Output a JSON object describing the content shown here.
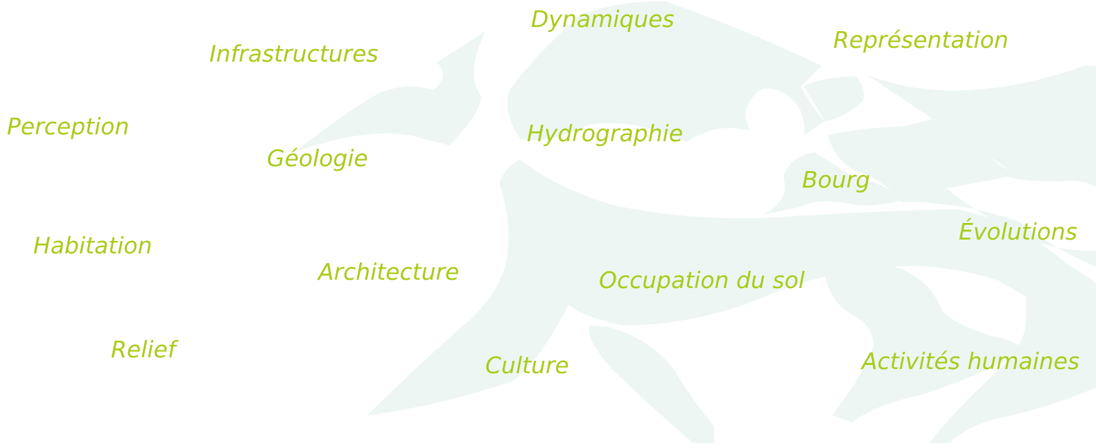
{
  "colors": {
    "word_text": "#a8cc1a",
    "background": "#ffffff",
    "watermark_shape": "#eef6f3"
  },
  "background_icon": "horse-silhouette-watermark",
  "words": {
    "dynamiques": "Dynamiques",
    "representation": "Représentation",
    "infrastructures": "Infrastructures",
    "perception": "Perception",
    "geologie": "Géologie",
    "hydrographie": "Hydrographie",
    "bourg": "Bourg",
    "evolutions": "Évolutions",
    "habitation": "Habitation",
    "architecture": "Architecture",
    "occupation_du_sol": "Occupation du sol",
    "relief": "Relief",
    "culture": "Culture",
    "activites_humaines": "Activités humaines"
  }
}
